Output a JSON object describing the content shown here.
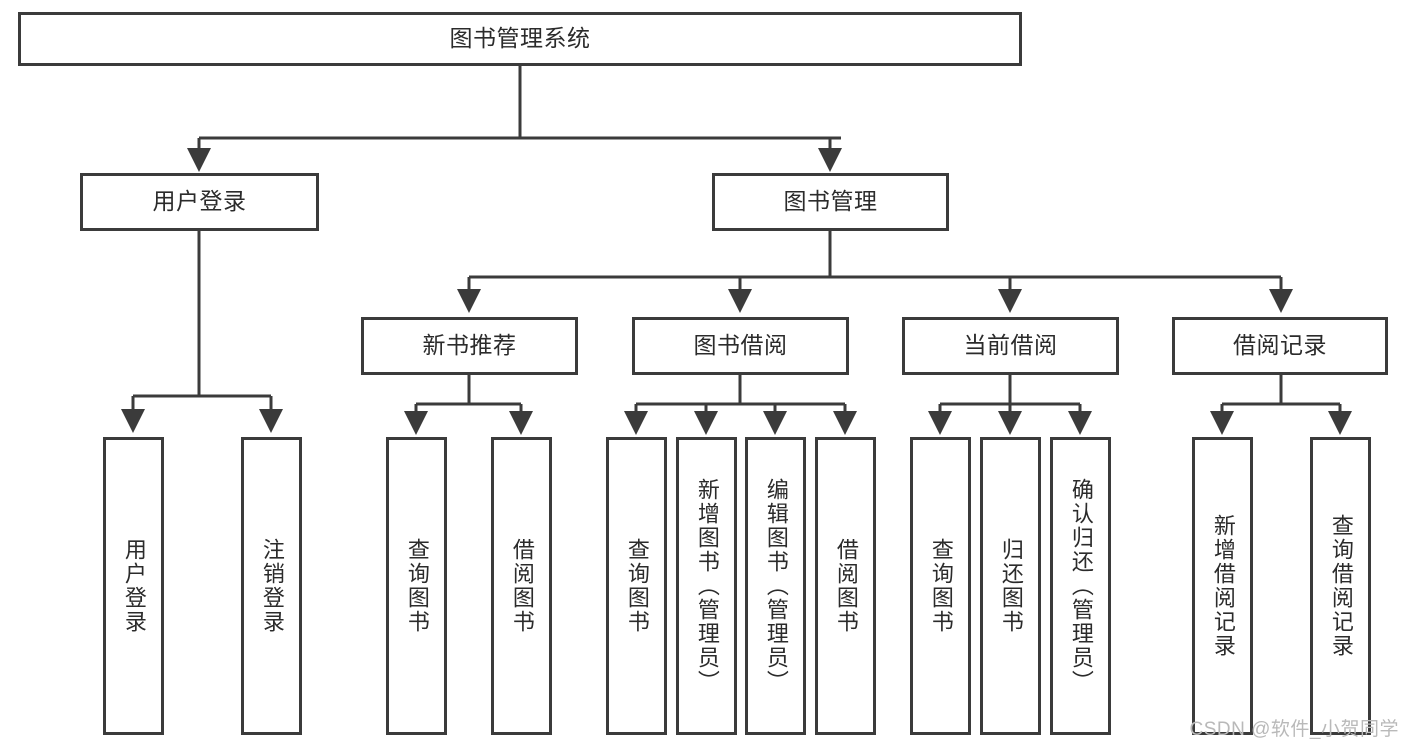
{
  "diagram": {
    "type": "tree",
    "title": "图书管理系统",
    "root": {
      "label": "图书管理系统"
    },
    "level2": [
      {
        "label": "用户登录"
      },
      {
        "label": "图书管理"
      }
    ],
    "level3": [
      {
        "label": "新书推荐"
      },
      {
        "label": "图书借阅"
      },
      {
        "label": "当前借阅"
      },
      {
        "label": "借阅记录"
      }
    ],
    "leaves": {
      "user_login": [
        {
          "label": "用户登录"
        },
        {
          "label": "注销登录"
        }
      ],
      "new_book_recommend": [
        {
          "label": "查询图书"
        },
        {
          "label": "借阅图书"
        }
      ],
      "book_borrow": [
        {
          "label": "查询图书"
        },
        {
          "label": "新增图书（管理员）"
        },
        {
          "label": "编辑图书（管理员）"
        },
        {
          "label": "借阅图书"
        }
      ],
      "current_borrow": [
        {
          "label": "查询图书"
        },
        {
          "label": "归还图书"
        },
        {
          "label": "确认归还（管理员）"
        }
      ],
      "borrow_record": [
        {
          "label": "新增借阅记录"
        },
        {
          "label": "查询借阅记录"
        }
      ]
    }
  },
  "watermark": {
    "text": "CSDN @软件_小贺同学"
  },
  "colors": {
    "border": "#3b3b3b",
    "edge": "#3b3b3b",
    "background": "#ffffff",
    "text": "#2b2b2b",
    "watermark": "#b9b9b9"
  }
}
